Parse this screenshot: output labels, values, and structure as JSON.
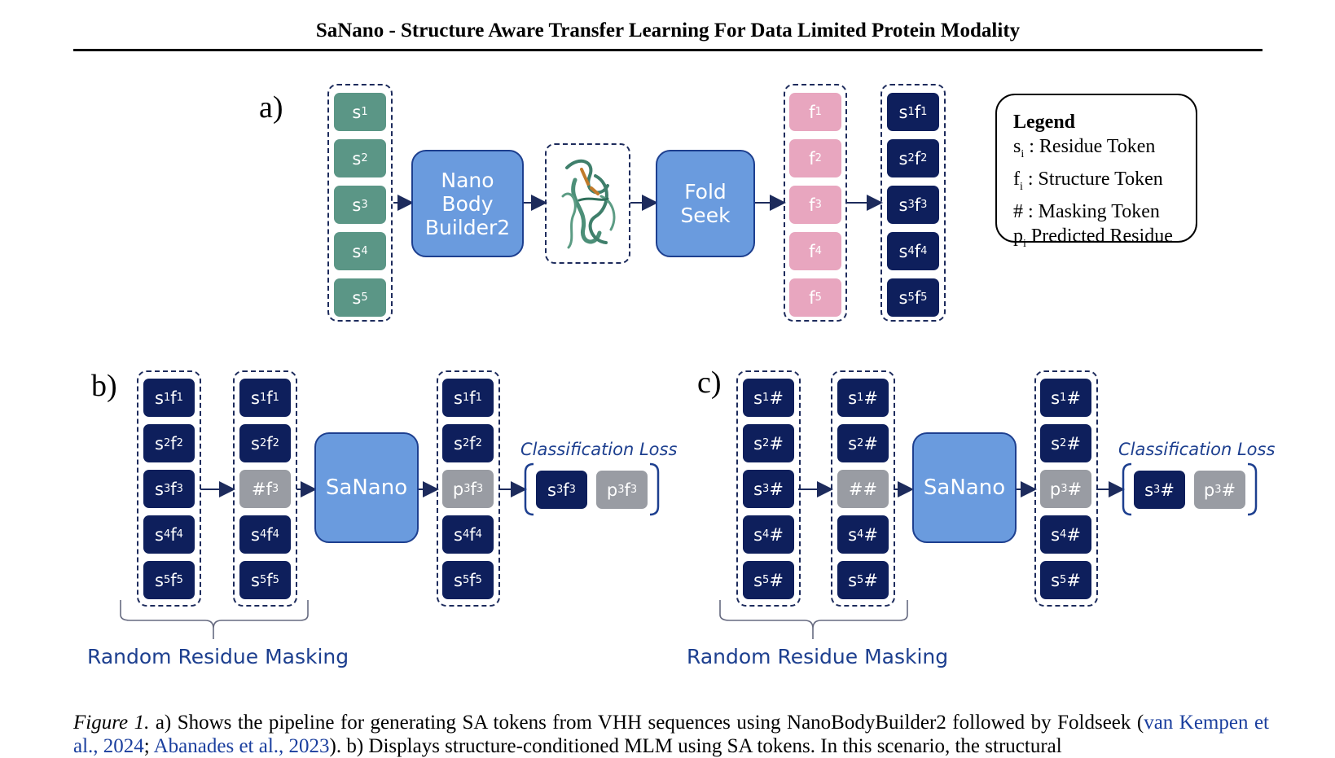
{
  "header": {
    "title": "SaNano - Structure Aware Transfer Learning For Data Limited Protein Modality"
  },
  "panels": {
    "a": "a)",
    "b": "b)",
    "c": "c)"
  },
  "panel_a": {
    "residues": [
      "s",
      "s",
      "s",
      "s",
      "s"
    ],
    "structures": [
      "f",
      "f",
      "f",
      "f",
      "f"
    ],
    "sa_tokens": [
      "s",
      "s",
      "s",
      "s",
      "s"
    ],
    "nbb_lines": [
      "Nano",
      "Body",
      "Builder2"
    ],
    "foldseek_lines": [
      "Fold",
      "Seek"
    ]
  },
  "legend": {
    "title": "Legend",
    "items": [
      {
        "sym": "s",
        "sub": "i",
        "text": " : Residue Token"
      },
      {
        "sym": "f",
        "sub": "i",
        "text": " : Structure Token"
      },
      {
        "sym": "#",
        "sub": "",
        "text": " : Masking Token"
      },
      {
        "sym": "p",
        "sub": "i",
        "text": " Predicted Residue"
      }
    ]
  },
  "panel_b": {
    "model": "SaNano",
    "loss_label": "Classification Loss",
    "mask_label": "Random Residue Masking"
  },
  "panel_c": {
    "model": "SaNano",
    "loss_label": "Classification Loss",
    "mask_label": "Random Residue Masking"
  },
  "caption": {
    "figure_label": "Figure 1.",
    "text1": " a) Shows the pipeline for generating SA tokens from VHH sequences using NanoBodyBuilder2 followed by Foldseek (",
    "cite1": "van Kempen et al., 2024",
    "sep": "; ",
    "cite2": "Abanades et al., 2023",
    "text2": "). b) Displays structure-conditioned MLM using SA tokens. In this scenario, the structural"
  },
  "colors": {
    "residue": "#5b9686",
    "structure": "#e8a6bf",
    "sa_token": "#0e1f5c",
    "masked": "#999ca3",
    "model": "#6a9bde",
    "accent": "#1d3f8f"
  }
}
